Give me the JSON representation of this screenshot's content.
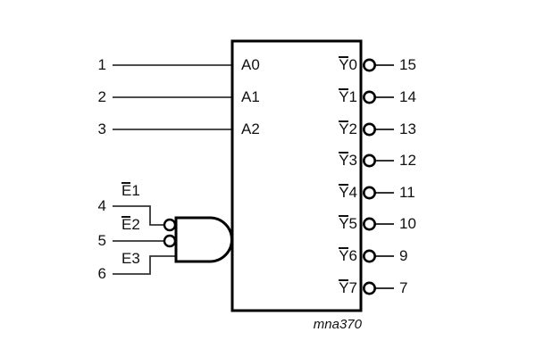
{
  "schematic": {
    "caption": "mna370",
    "colors": {
      "wire": "#333333",
      "outline": "#000000",
      "text": "#111111",
      "background": "#ffffff"
    },
    "inputs": [
      {
        "pin": "1",
        "label": "A0"
      },
      {
        "pin": "2",
        "label": "A1"
      },
      {
        "pin": "3",
        "label": "A2"
      }
    ],
    "enables": [
      {
        "pin": "4",
        "bar": "E",
        "rest": "1"
      },
      {
        "pin": "5",
        "bar": "E",
        "rest": "2"
      },
      {
        "pin": "6",
        "bar": "",
        "rest": "E3"
      }
    ],
    "outputs": [
      {
        "bar": "Y",
        "rest": "0",
        "pin": "15"
      },
      {
        "bar": "Y",
        "rest": "1",
        "pin": "14"
      },
      {
        "bar": "Y",
        "rest": "2",
        "pin": "13"
      },
      {
        "bar": "Y",
        "rest": "3",
        "pin": "12"
      },
      {
        "bar": "Y",
        "rest": "4",
        "pin": "11"
      },
      {
        "bar": "Y",
        "rest": "5",
        "pin": "10"
      },
      {
        "bar": "Y",
        "rest": "6",
        "pin": "9"
      },
      {
        "bar": "Y",
        "rest": "7",
        "pin": "7"
      }
    ]
  }
}
